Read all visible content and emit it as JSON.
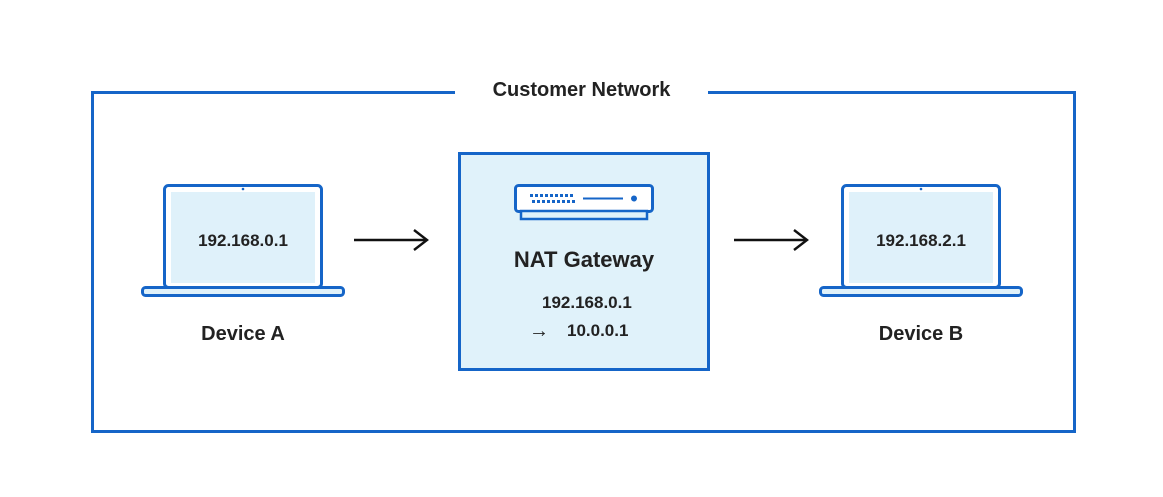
{
  "network": {
    "title": "Customer Network"
  },
  "device_a": {
    "ip": "192.168.0.1",
    "label": "Device A"
  },
  "device_b": {
    "ip": "192.168.2.1",
    "label": "Device B"
  },
  "gateway": {
    "title": "NAT Gateway",
    "mapping_from": "192.168.0.1",
    "mapping_arrow": "→",
    "mapping_to": "10.0.0.1"
  },
  "colors": {
    "accent": "#1565c8",
    "screen_fill": "#dff1fa",
    "gateway_fill": "#e0f2fa",
    "text": "#222222"
  },
  "icons": {
    "laptop": "laptop-icon",
    "gateway": "server-rack-icon",
    "arrow": "arrow-right-icon"
  }
}
